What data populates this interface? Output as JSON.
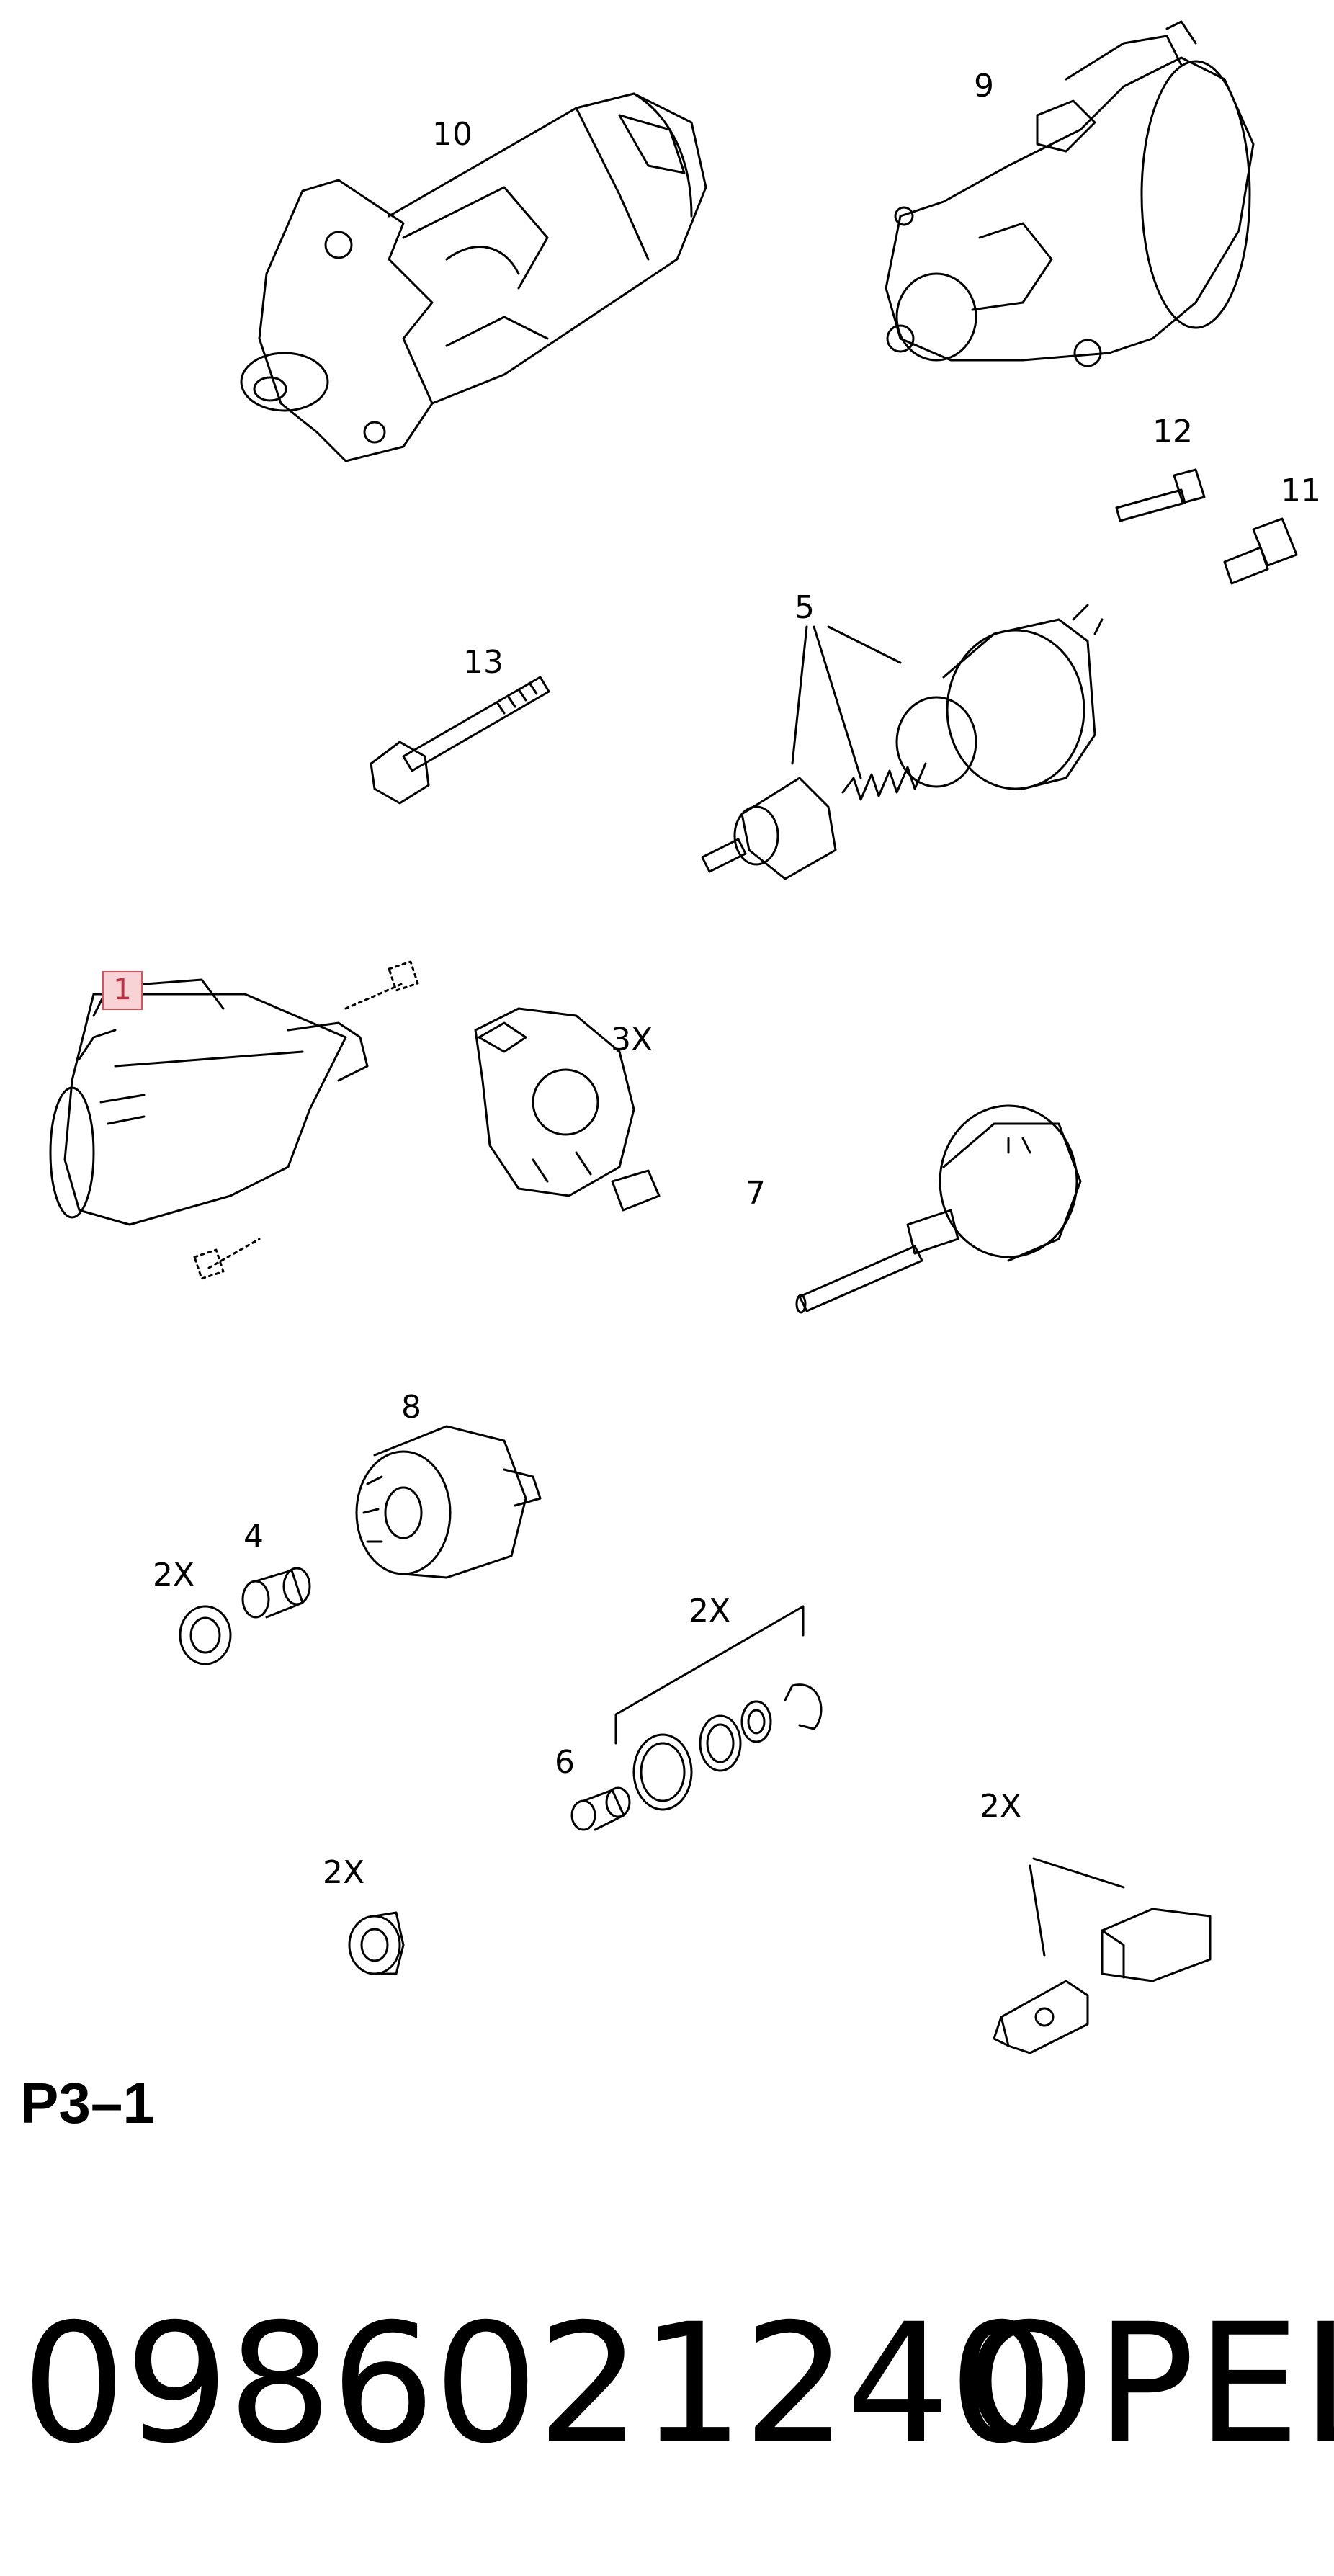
{
  "diagram": {
    "callouts": {
      "c1": "1",
      "c3x": "3X",
      "c4": "4",
      "c5": "5",
      "c6": "6",
      "c7": "7",
      "c8": "8",
      "c9": "9",
      "c10": "10",
      "c11": "11",
      "c12": "12",
      "c13": "13",
      "c2x_bearing": "2X",
      "c2x_rings": "2X",
      "c2x_washer": "2X",
      "c2x_terminal": "2X"
    }
  },
  "footer": {
    "page_code": "P3–1",
    "part_number": "0986021240",
    "brand": "OPEL"
  }
}
